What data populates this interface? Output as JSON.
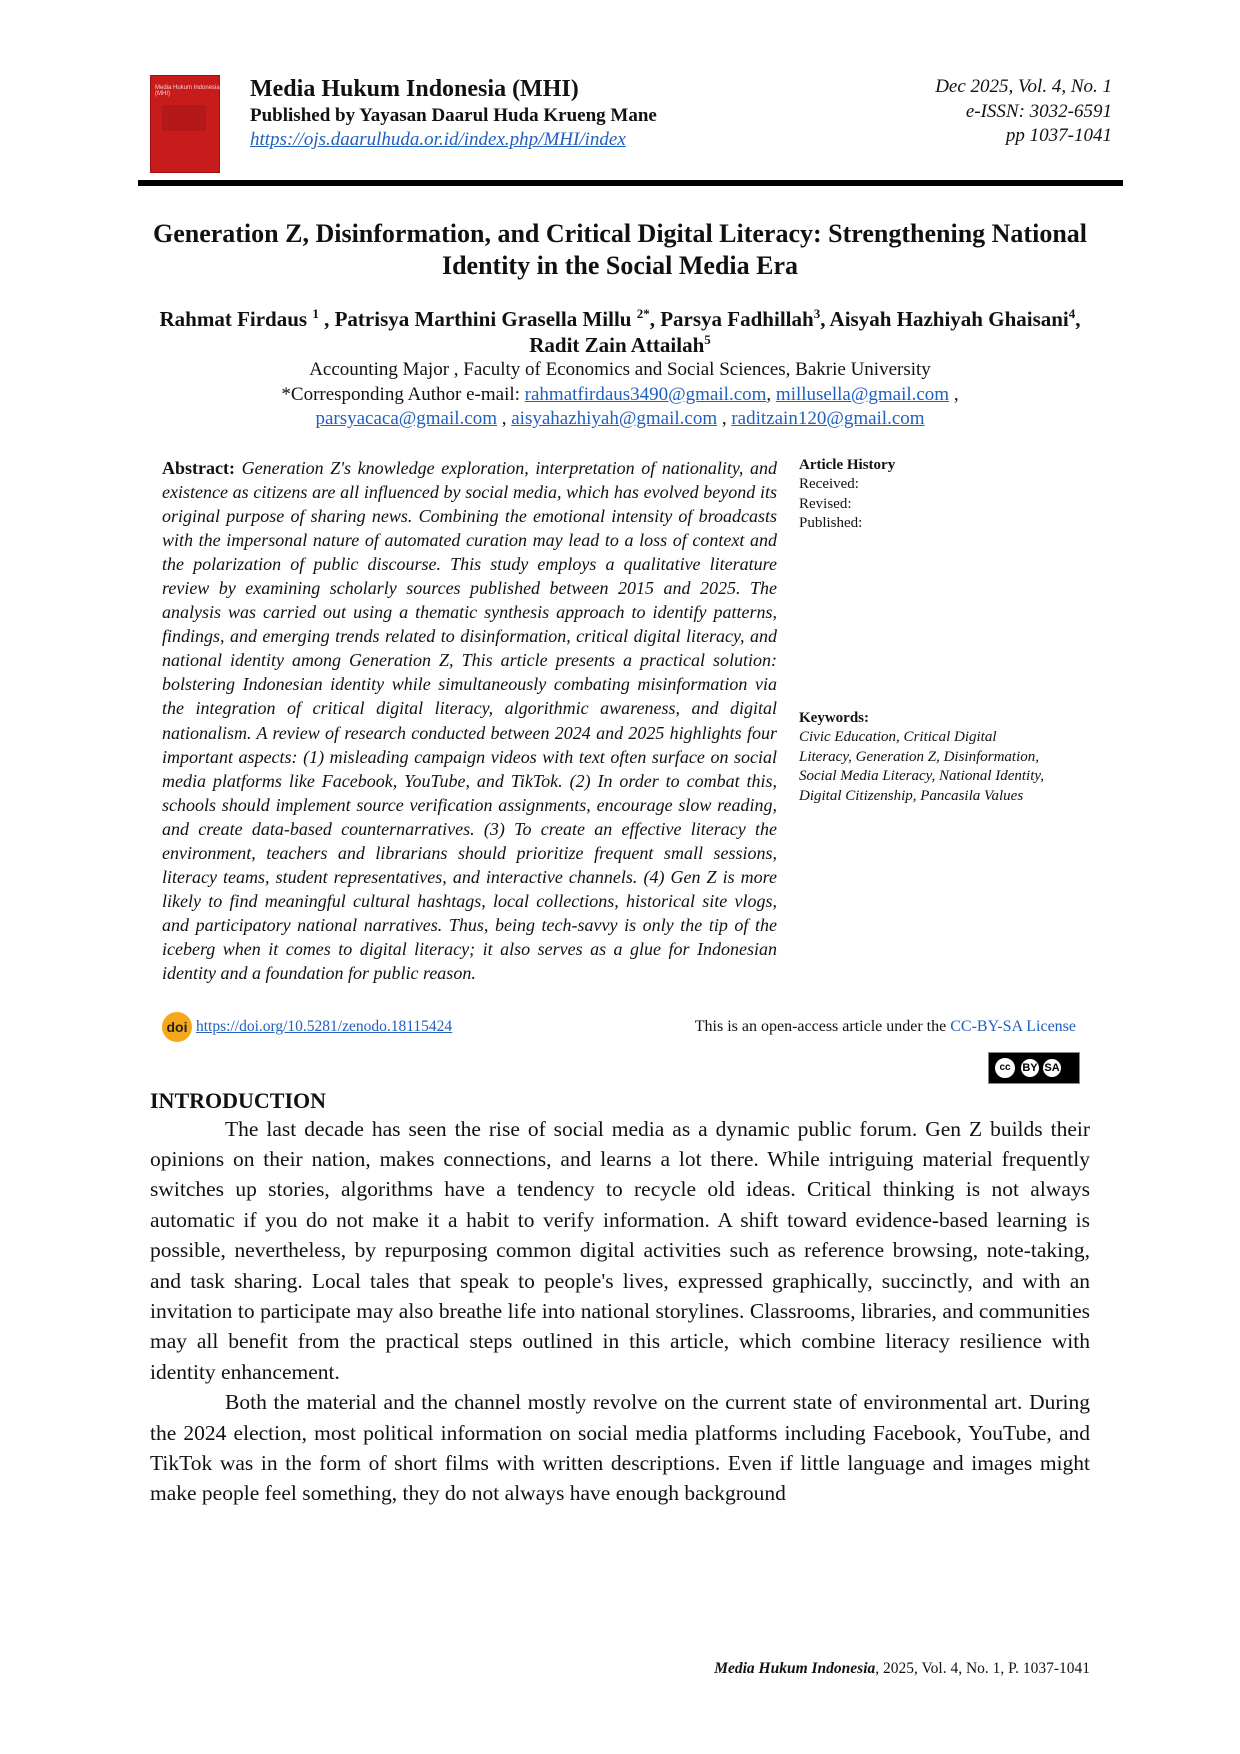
{
  "header": {
    "cover_text": "Media Hukum Indonesia (MHI)",
    "journal_title": "Media Hukum Indonesia (MHI)",
    "publisher": "Published by Yayasan Daarul Huda Krueng Mane",
    "url": "https://ojs.daarulhuda.or.id/index.php/MHI/index",
    "issue": "Dec 2025, Vol. 4, No. 1",
    "issn": "e-ISSN: 3032-6591",
    "pages": "pp 1037-1041"
  },
  "article": {
    "title": "Generation Z, Disinformation, and Critical Digital Literacy: Strengthening National Identity in the Social Media Era",
    "authors": [
      {
        "name": "Rahmat Firdaus ",
        "sup": "1"
      },
      {
        "name": " , Patrisya Marthini Grasella Millu ",
        "sup": "2*"
      },
      {
        "name": ", Parsya Fadhillah",
        "sup": "3"
      },
      {
        "name": ", Aisyah Hazhiyah Ghaisani",
        "sup": "4"
      },
      {
        "name": ", Radit Zain Attailah",
        "sup": "5"
      }
    ],
    "affiliation": "Accounting Major , Faculty of Economics and Social Sciences, Bakrie University",
    "corresponding_label": "*Corresponding Author e-mail: ",
    "emails": [
      "rahmatfirdaus3490@gmail.com",
      "millusella@gmail.com",
      "parsyacaca@gmail.com",
      "aisyahazhiyah@gmail.com",
      "raditzain120@gmail.com"
    ]
  },
  "abstract": {
    "label": "Abstract:",
    "text": "Generation Z's knowledge exploration, interpretation of nationality, and existence as citizens are all influenced by social media, which has evolved beyond its original purpose of sharing news. Combining the emotional intensity of broadcasts with the impersonal nature of automated curation may lead to a loss of context and the polarization of public discourse. This study employs a qualitative literature review by examining scholarly sources published between 2015 and 2025. The analysis was carried out using a thematic synthesis approach to identify patterns, findings, and emerging trends related to disinformation, critical digital literacy, and national identity among Generation Z, This article presents a practical solution: bolstering Indonesian identity while simultaneously combating misinformation via the integration of critical digital literacy, algorithmic awareness, and digital nationalism. A review of research conducted between 2024 and 2025 highlights four important aspects: (1) misleading campaign videos with text often surface on social media platforms like Facebook, YouTube, and TikTok. (2) In order to combat this, schools should implement source verification assignments, encourage slow reading, and create data-based counternarratives. (3) To create an effective literacy the environment, teachers and librarians should prioritize frequent small sessions, literacy teams, student representatives, and interactive channels. (4) Gen Z is more likely to find meaningful cultural hashtags, local collections, historical site vlogs, and participatory national narratives. Thus, being tech-savvy is only the tip of the iceberg when it comes to digital literacy; it also serves as a glue for Indonesian identity and a foundation for public reason."
  },
  "history": {
    "label": "Article History",
    "received": "Received:",
    "revised": "Revised:",
    "published": "Published:"
  },
  "keywords": {
    "label": "Keywords:",
    "items": [
      "Civic Education, Critical Digital",
      "Literacy, Generation Z, Disinformation,",
      "Social Media Literacy, National Identity,",
      "Digital Citizenship, Pancasila Values"
    ]
  },
  "doi": {
    "icon_text": "doi",
    "url": "https://doi.org/10.5281/zenodo.18115424"
  },
  "license": {
    "text": "This is an open-access article under the ",
    "link": "CC-BY-SA License",
    "badge": {
      "cc": "cc",
      "by": "BY",
      "sa": "SA"
    }
  },
  "introduction": {
    "heading": "INTRODUCTION",
    "paragraphs": [
      "The last decade has seen the rise of social media as a dynamic public forum. Gen Z builds their opinions on their nation, makes connections, and learns a lot there. While intriguing material frequently switches up stories, algorithms have a tendency to recycle old ideas. Critical thinking is not always automatic if you do not make it a habit to verify information. A shift toward evidence-based learning is possible, nevertheless, by repurposing common digital activities such as reference browsing, note-taking, and task sharing. Local tales that speak to people's lives, expressed graphically, succinctly, and with an invitation to participate may also breathe life into national storylines. Classrooms, libraries, and communities may all benefit from the practical steps outlined in this article, which combine literacy resilience with identity enhancement.",
      "Both the material and the channel mostly revolve on the current state of environmental art. During the 2024 election, most political information on social media platforms including Facebook, YouTube, and TikTok was in the form of short films with written descriptions. Even if little language and images might make people feel something, they do not always have enough background"
    ]
  },
  "footer": {
    "journal": "Media Hukum Indonesia",
    "rest": ", 2025, Vol.  4, No. 1, P. 1037-1041"
  }
}
